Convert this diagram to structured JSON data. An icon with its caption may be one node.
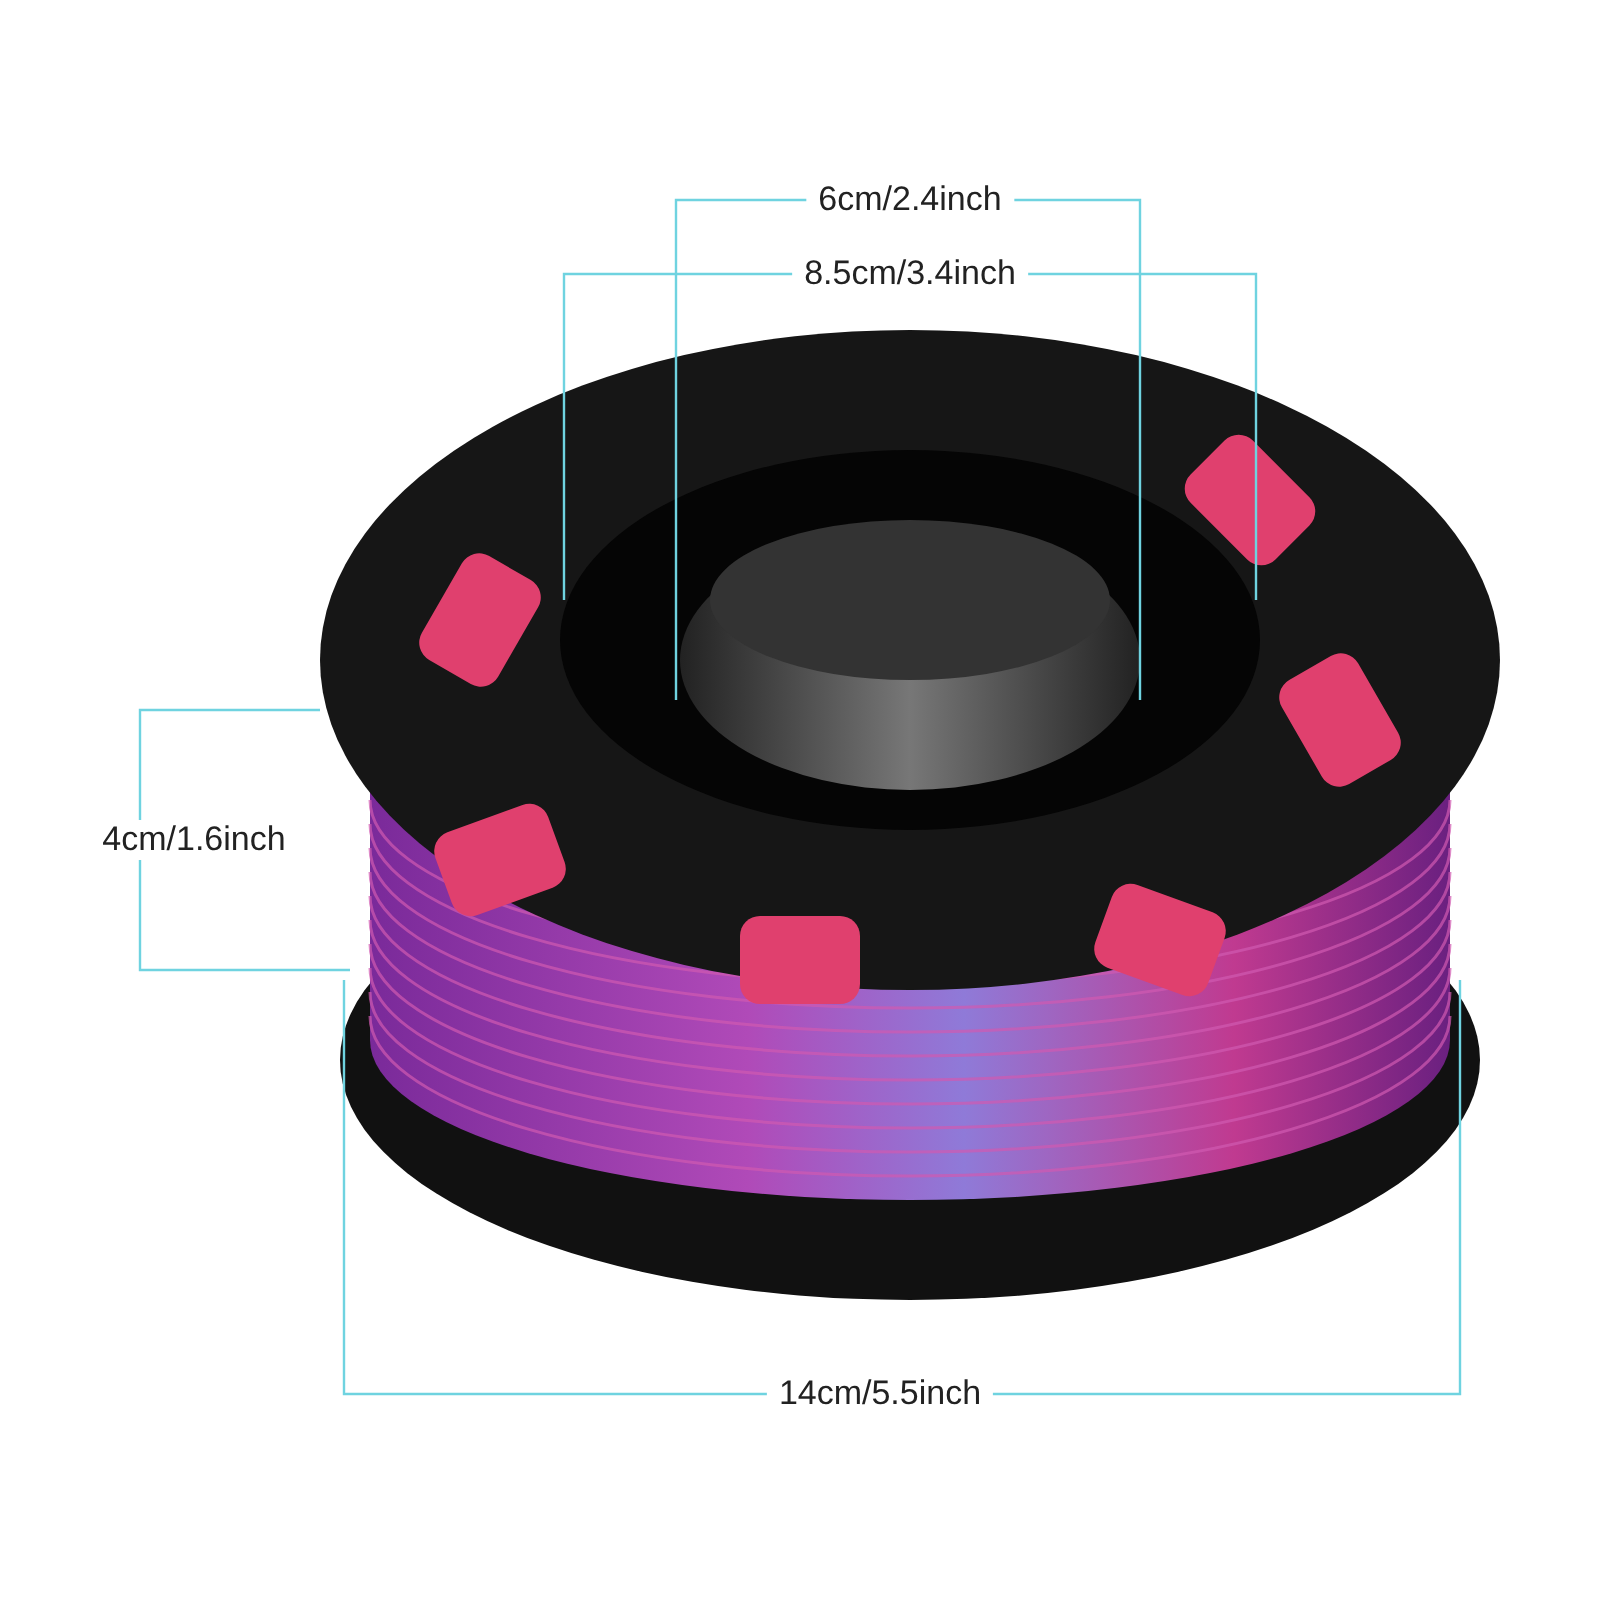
{
  "diagram": {
    "labels": [
      "6cm/2.4inch",
      "8.5cm/3.4inch",
      "4cm/1.6inch",
      "14cm/5.5inch"
    ]
  }
}
